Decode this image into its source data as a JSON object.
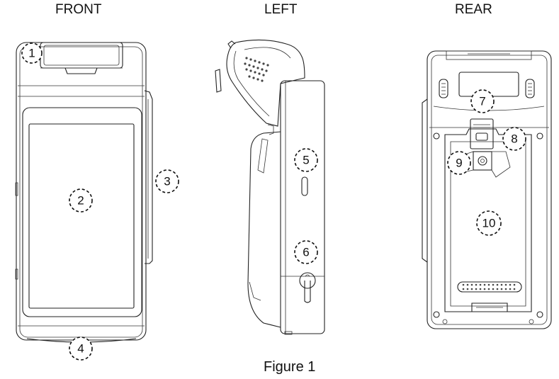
{
  "views": {
    "front": "FRONT",
    "left": "LEFT",
    "rear": "REAR"
  },
  "caption": "Figure 1",
  "callouts": [
    "1",
    "2",
    "3",
    "4",
    "5",
    "6",
    "7",
    "8",
    "9",
    "10"
  ]
}
